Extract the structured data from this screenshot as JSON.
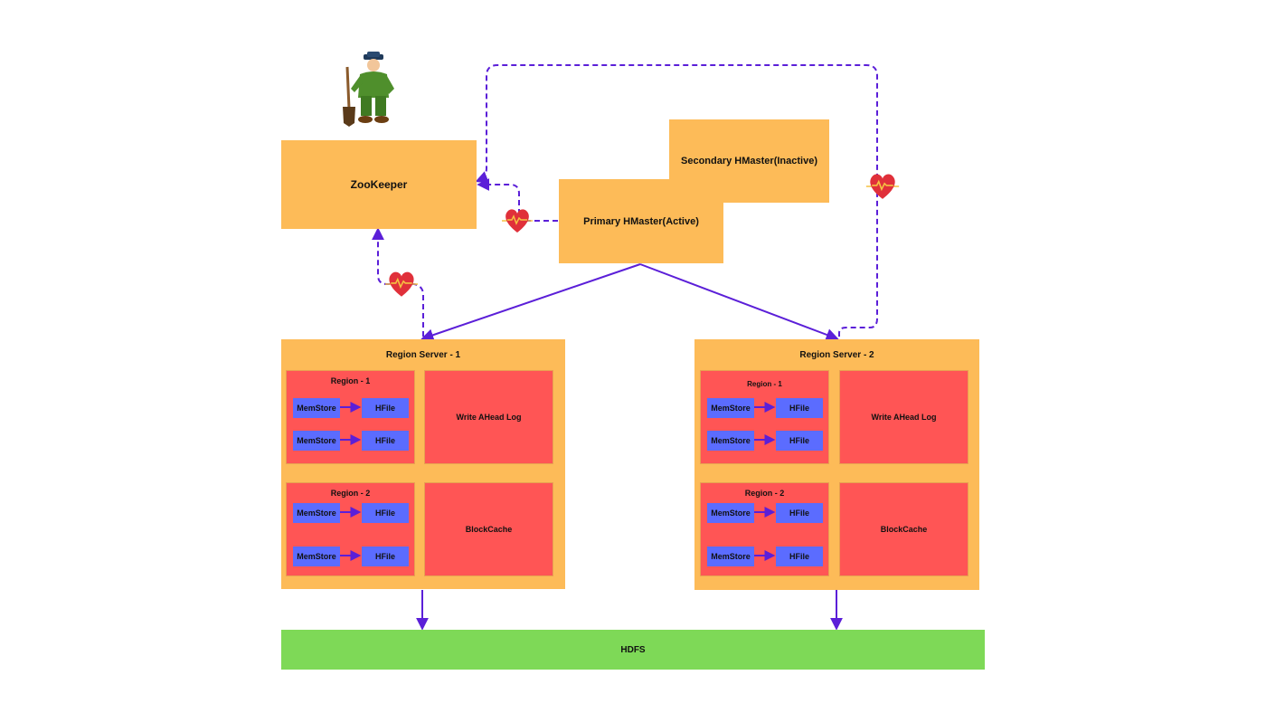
{
  "zookeeper": {
    "label": "ZooKeeper"
  },
  "hmaster": {
    "secondary": "Secondary HMaster(Inactive)",
    "primary": "Primary HMaster(Active)"
  },
  "region_servers": [
    {
      "title": "Region Server - 1",
      "regions": [
        {
          "title": "Region - 1",
          "rows": [
            {
              "memstore": "MemStore",
              "hfile": "HFile"
            },
            {
              "memstore": "MemStore",
              "hfile": "HFile"
            }
          ]
        },
        {
          "title": "Region - 2",
          "rows": [
            {
              "memstore": "MemStore",
              "hfile": "HFile"
            },
            {
              "memstore": "MemStore",
              "hfile": "HFile"
            }
          ]
        }
      ],
      "wal": "Write AHead Log",
      "blockcache": "BlockCache"
    },
    {
      "title": "Region Server - 2",
      "regions": [
        {
          "title": "Region - 1",
          "rows": [
            {
              "memstore": "MemStore",
              "hfile": "HFile"
            },
            {
              "memstore": "MemStore",
              "hfile": "HFile"
            }
          ]
        },
        {
          "title": "Region - 2",
          "rows": [
            {
              "memstore": "MemStore",
              "hfile": "HFile"
            },
            {
              "memstore": "MemStore",
              "hfile": "HFile"
            }
          ]
        }
      ],
      "wal": "Write AHead Log",
      "blockcache": "BlockCache"
    }
  ],
  "hdfs": {
    "label": "HDFS"
  },
  "colors": {
    "component": "#fdbb58",
    "region": "#ff5555",
    "store": "#5b6cff",
    "hdfs": "#7ed957",
    "arrow": "#5b1fd8",
    "heartbeat": "#e0303a"
  },
  "icons": [
    "zookeeper-keeper-illustration",
    "heartbeat-heart-icon"
  ]
}
